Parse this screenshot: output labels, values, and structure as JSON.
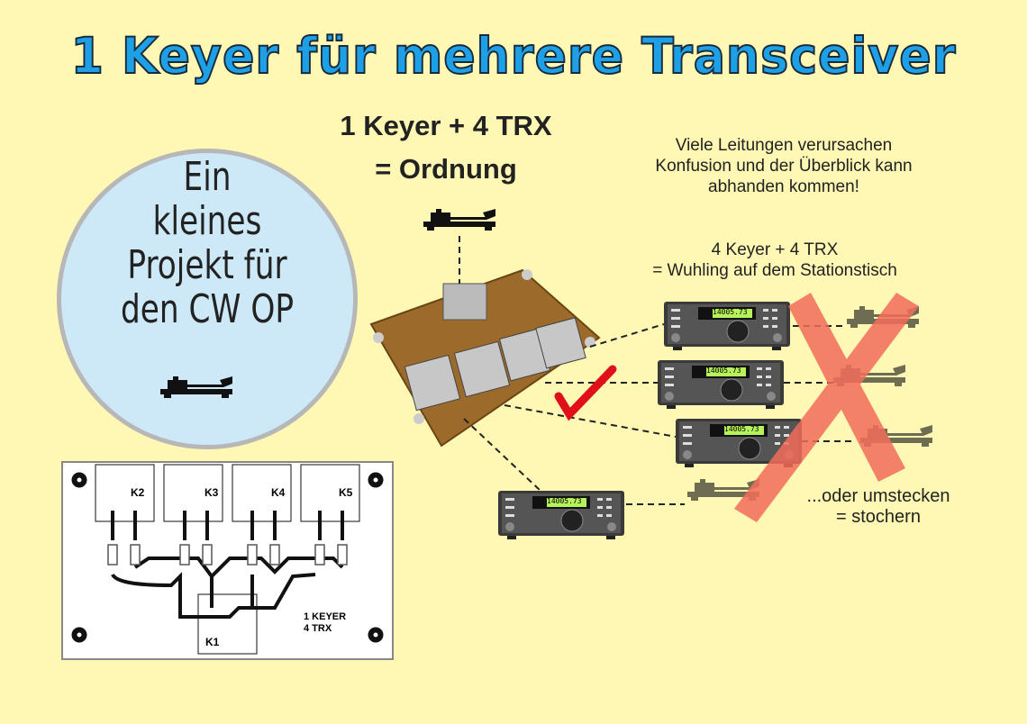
{
  "title": "1 Keyer für mehrere Transceiver",
  "ordnung": {
    "line1": "1 Keyer + 4 TRX",
    "line2": "= Ordnung"
  },
  "circle": {
    "lines": [
      "Ein",
      "kleines",
      "Projekt für",
      "den CW OP"
    ]
  },
  "confusion_note": {
    "lines": [
      "Viele Leitungen verursachen",
      "Konfusion und der Überblick kann",
      "abhanden kommen!"
    ]
  },
  "wuhling_note": {
    "line1": "4 Keyer + 4 TRX",
    "line2": "= Wuhling auf dem Stationstisch"
  },
  "stochern_note": {
    "line1": "...oder umstecken",
    "line2": "= stochern"
  },
  "pcb": {
    "relays": [
      "K2",
      "K3",
      "K4",
      "K5"
    ],
    "main_relay": "K1",
    "label_line1": "1 KEYER",
    "label_line2": "4 TRX"
  },
  "radio_display": "14005.73",
  "colors": {
    "background": "#fff8b4",
    "title": "#1ea0e6",
    "circle": "#cde9f7",
    "cross": "#f26d5b",
    "check": "#e0101a"
  }
}
